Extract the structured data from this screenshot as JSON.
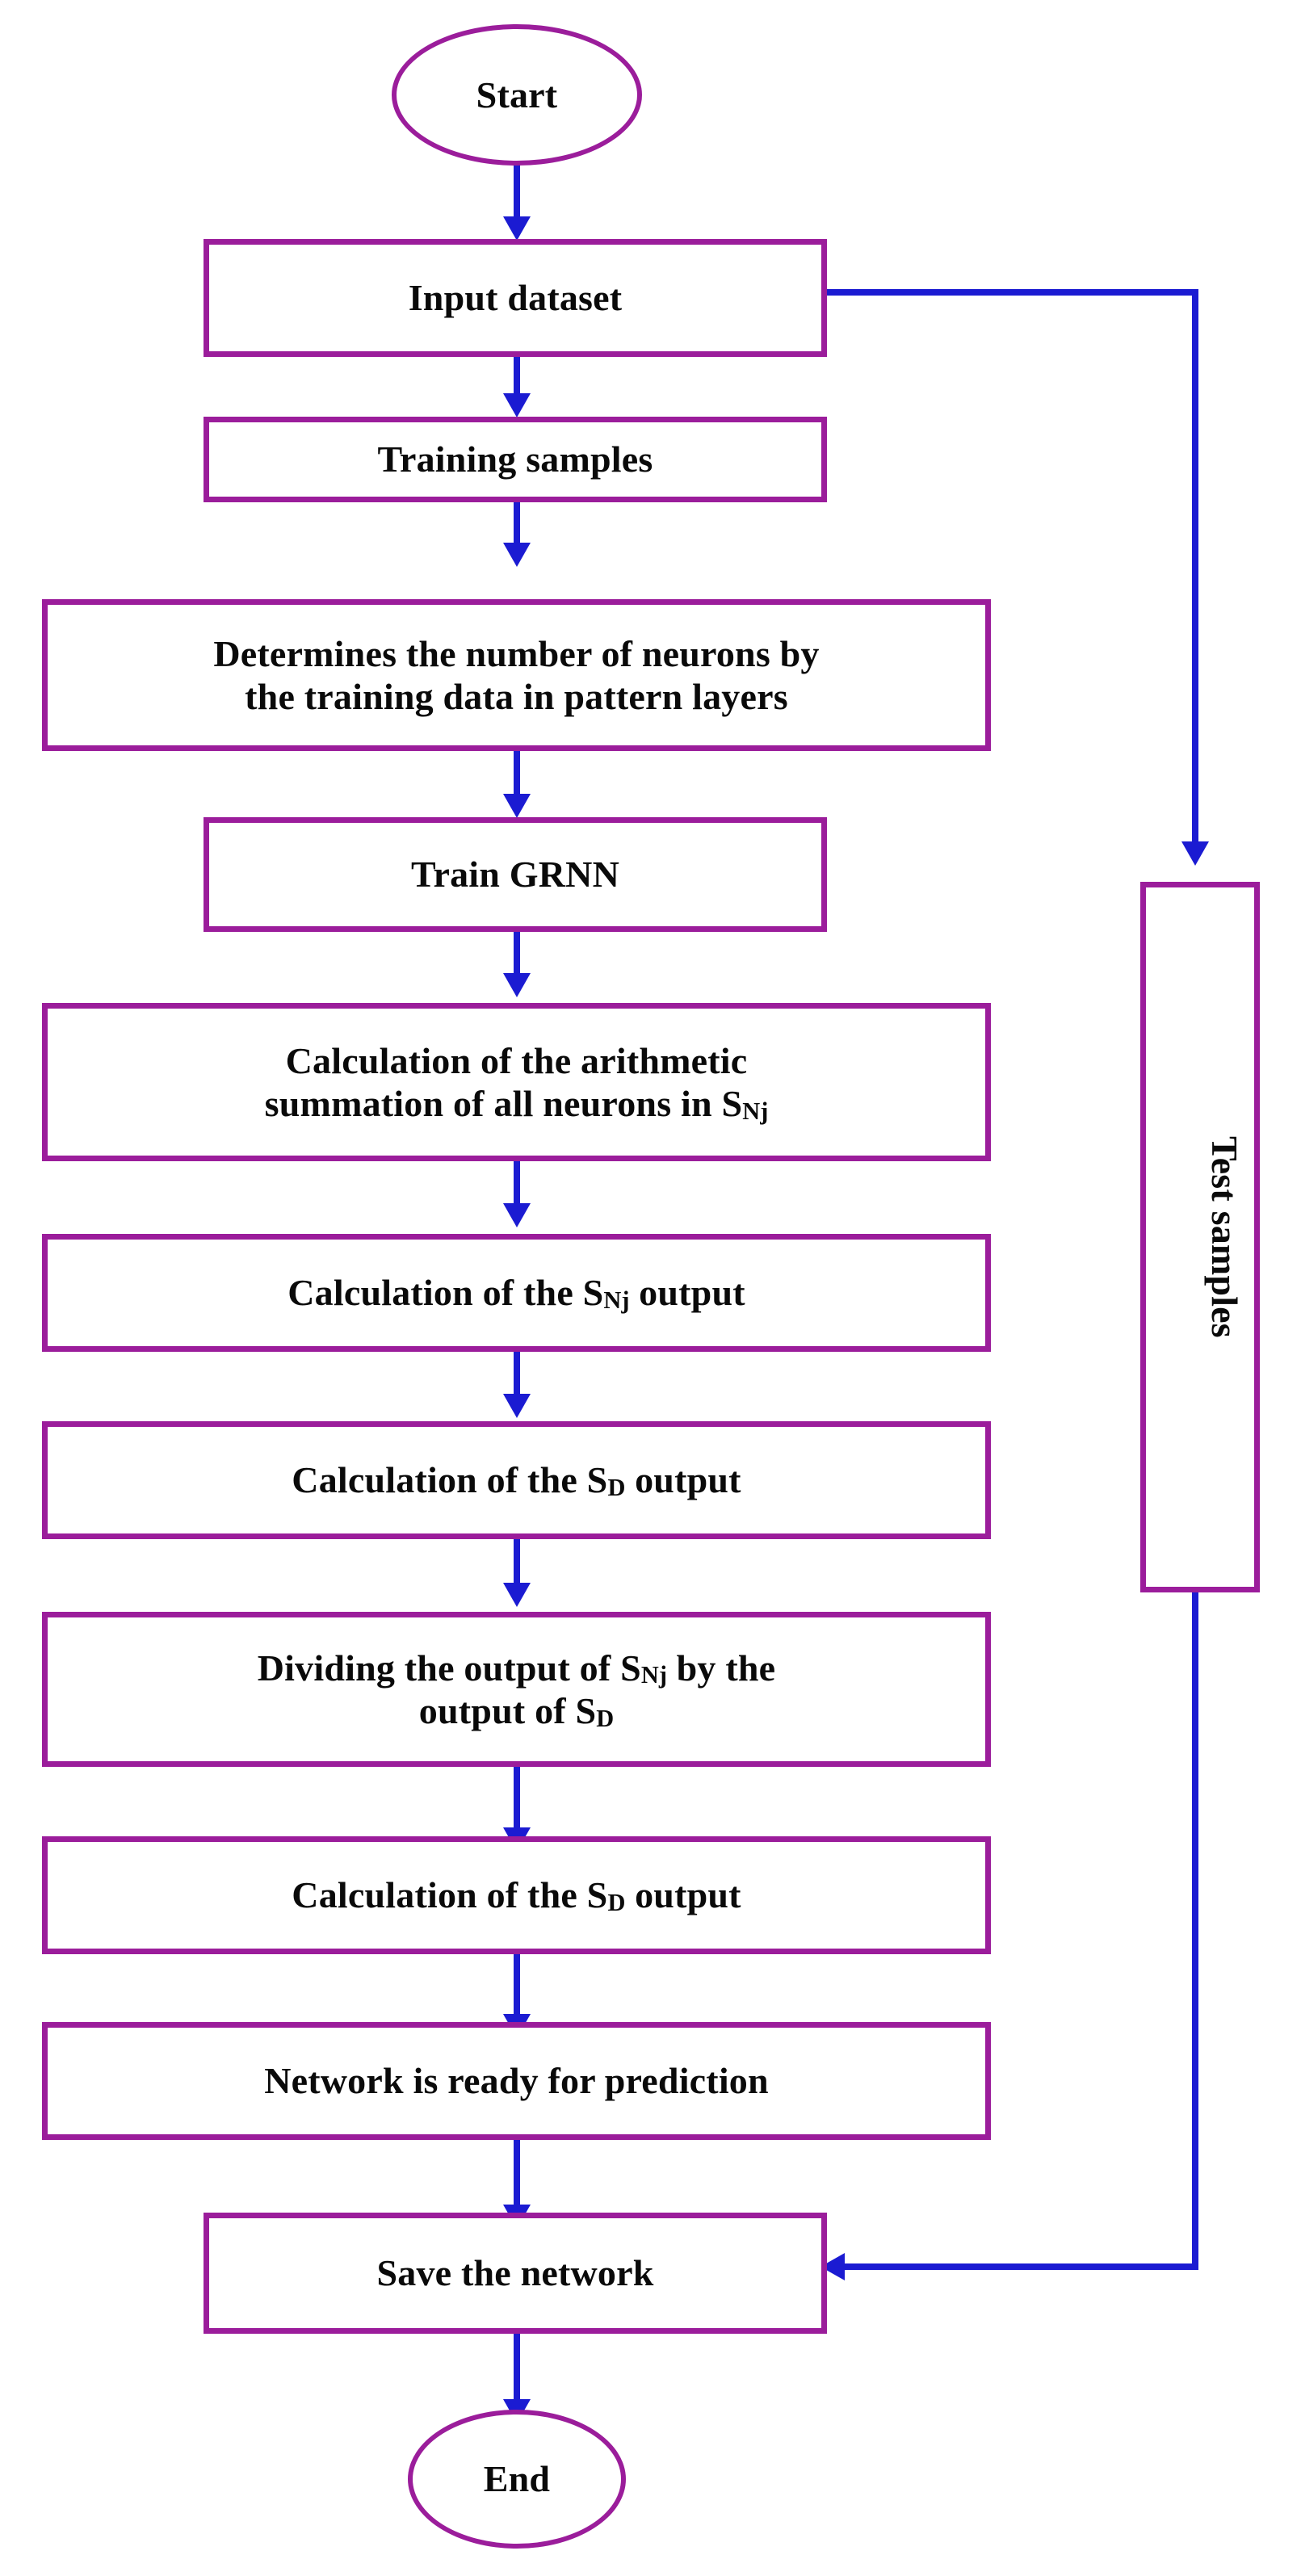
{
  "diagram": {
    "title": "GRNN training and prediction flowchart",
    "colors": {
      "node_border": "#9b1d9b",
      "connector": "#1b1bd2",
      "background": "#ffffff",
      "text": "#0a0a0a"
    },
    "nodes": {
      "start": {
        "label": "Start",
        "shape": "ellipse"
      },
      "input_dataset": {
        "label": "Input dataset",
        "shape": "rectangle"
      },
      "training_samples": {
        "label": "Training samples",
        "shape": "rectangle"
      },
      "determines_neurons": {
        "line1": "Determines the number of neurons by",
        "line2": "the training data in pattern layers",
        "shape": "rectangle"
      },
      "train_grnn": {
        "label": "Train GRNN",
        "shape": "rectangle"
      },
      "arithmetic_summation": {
        "line1": "Calculation of the arithmetic",
        "line2_pre": "summation of all neurons in S",
        "line2_sub": "Nj",
        "shape": "rectangle"
      },
      "calc_snj_output": {
        "pre": "Calculation of the S",
        "sub": "Nj",
        "post": " output",
        "shape": "rectangle"
      },
      "calc_sd_output_1": {
        "pre": "Calculation of the S",
        "sub": "D",
        "post": " output",
        "shape": "rectangle"
      },
      "dividing_outputs": {
        "line1_pre": "Dividing the output of S",
        "line1_sub": "Nj",
        "line1_post": " by the",
        "line2_pre": "output of S",
        "line2_sub": "D",
        "shape": "rectangle"
      },
      "calc_sd_output_2": {
        "pre": "Calculation of the S",
        "sub": "D",
        "post": " output",
        "shape": "rectangle"
      },
      "network_ready": {
        "label": "Network is ready for prediction",
        "shape": "rectangle"
      },
      "save_network": {
        "label": "Save the network",
        "shape": "rectangle"
      },
      "end": {
        "label": "End",
        "shape": "ellipse"
      },
      "test_samples": {
        "label": "Test samples",
        "shape": "rectangle-vertical"
      }
    },
    "edges": [
      {
        "from": "start",
        "to": "input_dataset",
        "kind": "arrow-down"
      },
      {
        "from": "input_dataset",
        "to": "training_samples",
        "kind": "arrow-down"
      },
      {
        "from": "training_samples",
        "to": "determines_neurons",
        "kind": "arrow-down"
      },
      {
        "from": "determines_neurons",
        "to": "train_grnn",
        "kind": "arrow-down"
      },
      {
        "from": "train_grnn",
        "to": "arithmetic_summation",
        "kind": "arrow-down"
      },
      {
        "from": "arithmetic_summation",
        "to": "calc_snj_output",
        "kind": "arrow-down"
      },
      {
        "from": "calc_snj_output",
        "to": "calc_sd_output_1",
        "kind": "arrow-down"
      },
      {
        "from": "calc_sd_output_1",
        "to": "dividing_outputs",
        "kind": "arrow-down"
      },
      {
        "from": "dividing_outputs",
        "to": "calc_sd_output_2",
        "kind": "arrow-down"
      },
      {
        "from": "calc_sd_output_2",
        "to": "network_ready",
        "kind": "arrow-down"
      },
      {
        "from": "network_ready",
        "to": "save_network",
        "kind": "arrow-down"
      },
      {
        "from": "save_network",
        "to": "end",
        "kind": "arrow-down"
      },
      {
        "from": "input_dataset",
        "to": "test_samples",
        "kind": "elbow-right-down"
      },
      {
        "from": "test_samples",
        "to": "save_network",
        "kind": "elbow-down-left"
      }
    ]
  }
}
